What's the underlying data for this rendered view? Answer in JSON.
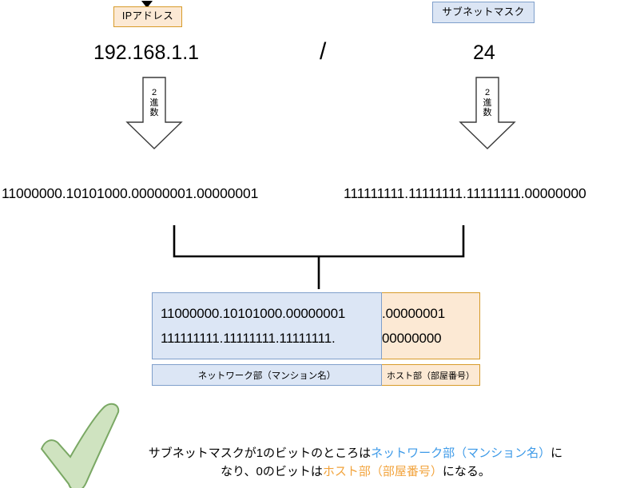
{
  "diagram": {
    "title_ip_tag": "IPアドレス",
    "title_mask_tag": "サブネットマスク",
    "ip_address": "192.168.1.1",
    "separator": "/",
    "cidr_prefix": "24",
    "conversion_arrow_label": {
      "char1": "2",
      "char2": "進",
      "char3": "数"
    },
    "binary": {
      "ip_binary": "11000000.10101000.00000001.00000001",
      "mask_binary": "111111111.11111111.11111111.00000000"
    },
    "result_table": {
      "row1_network": "11000000.10101000.00000001",
      "row1_host": ".00000001",
      "row2_network": "111111111.11111111.11111111.",
      "row2_host": "00000000",
      "label_network": "ネットワーク部（マンション名）",
      "label_host": "ホスト部（部屋番号）"
    },
    "caption": {
      "line1_part1": "サブネットマスクが1のビットのところは",
      "line1_highlight": "ネットワーク部（マンション名）",
      "line1_part2": "に",
      "line2_part1": "なり、0のビットは",
      "line2_highlight": "ホスト部（部屋番号）",
      "line2_part2": "になる。"
    },
    "icons": {
      "check": "check-mark-icon",
      "caret": "caret-down-icon"
    },
    "colors": {
      "network_fill": "#dce6f5",
      "network_border": "#7f9fcb",
      "host_fill": "#fce9d4",
      "host_border": "#d79b2a",
      "check_fill": "#cfe3c0",
      "check_stroke": "#7aa864",
      "highlight_network_text": "#3d9ae8",
      "highlight_host_text": "#f2a33c"
    }
  }
}
